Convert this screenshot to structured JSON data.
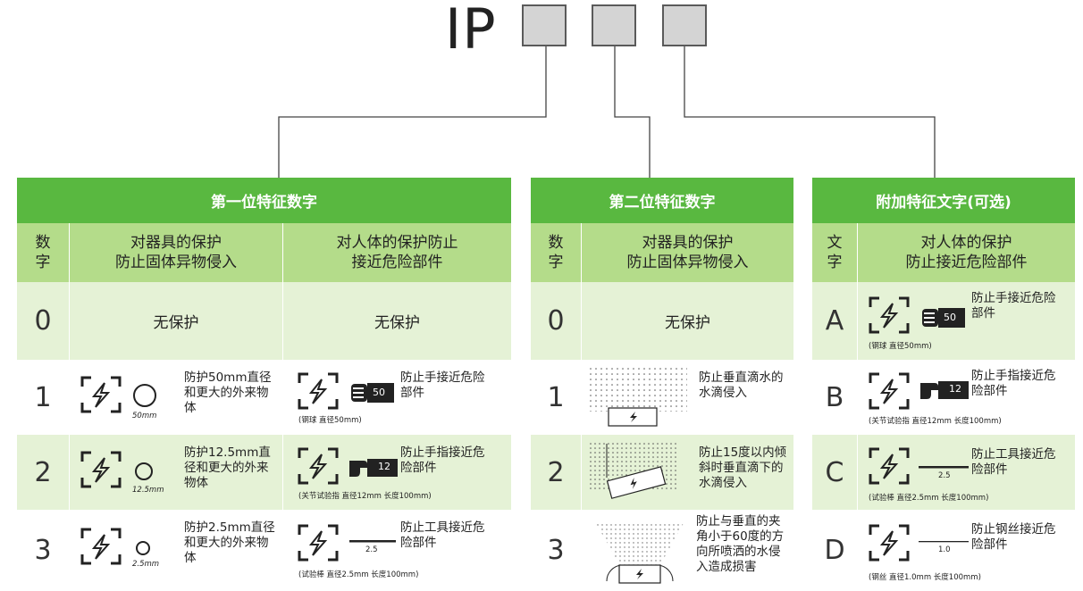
{
  "title_prefix": "IP",
  "t1": {
    "header": "第一位特征数字",
    "col_num": "数\n字",
    "col_equip": "对器具的保护\n防止固体异物侵入",
    "col_person": "对人体的保护防止\n接近危险部件",
    "r0": {
      "num": "0",
      "equip": "无保护",
      "person": "无保护"
    },
    "r1": {
      "num": "1",
      "equip": "防护50mm直径\n和更大的外来物\n体",
      "person": "防止手接近危险\n部件",
      "cap": "(钢球 直径50mm)",
      "fist": "50",
      "mark": "50mm"
    },
    "r2": {
      "num": "2",
      "equip": "防护12.5mm直\n径和更大的外来\n物体",
      "person": "防止手指接近危\n险部件",
      "cap": "(关节试验指 直径12mm 长度100mm)",
      "finger": "12",
      "mark": "12.5mm"
    },
    "r3": {
      "num": "3",
      "equip": "防护2.5mm直径\n和更大的外来物\n体",
      "person": "防止工具接近危\n险部件",
      "cap": "(试验棒  直径2.5mm 长度100mm)",
      "rod": "2.5",
      "mark": "2.5mm"
    }
  },
  "t2": {
    "header": "第二位特征数字",
    "col_num": "数\n字",
    "col_equip": "对器具的保护\n防止固体异物侵入",
    "r0": {
      "num": "0",
      "equip": "无保护"
    },
    "r1": {
      "num": "1",
      "equip": "防止垂直滴水的\n水滴侵入"
    },
    "r2": {
      "num": "2",
      "equip": "防止15度以内倾\n斜时垂直滴下的\n水滴侵入"
    },
    "r3": {
      "num": "3",
      "equip": "防止与垂直的夹\n角小于60度的方\n向所喷洒的水侵\n入造成损害"
    }
  },
  "t3": {
    "header": "附加特征文字(可选)",
    "col_num": "文\n字",
    "col_person": "对人体的保护\n防止接近危险部件",
    "rA": {
      "num": "A",
      "person": "防止手接近危险\n部件",
      "cap": "(钢球 直径50mm)",
      "fist": "50"
    },
    "rB": {
      "num": "B",
      "person": "防止手指接近危\n险部件",
      "cap": "(关节试验指 直径12mm 长度100mm)",
      "finger": "12"
    },
    "rC": {
      "num": "C",
      "person": "防止工具接近危\n险部件",
      "cap": "(试验棒  直径2.5mm 长度100mm)",
      "rod": "2.5"
    },
    "rD": {
      "num": "D",
      "person": "防止钢丝接近危\n险部件",
      "cap": "(钢丝 直径1.0mm 长度100mm)",
      "rod": "1.0"
    }
  },
  "colors": {
    "header_green": "#59b840",
    "subheader_green": "#b4dc8a",
    "row_light": "#e5f2d6"
  },
  "icons": [
    "hazard-frame-icon",
    "fist-icon",
    "finger-icon",
    "rod-icon",
    "circle-probe-icon",
    "water-drops-icon"
  ]
}
